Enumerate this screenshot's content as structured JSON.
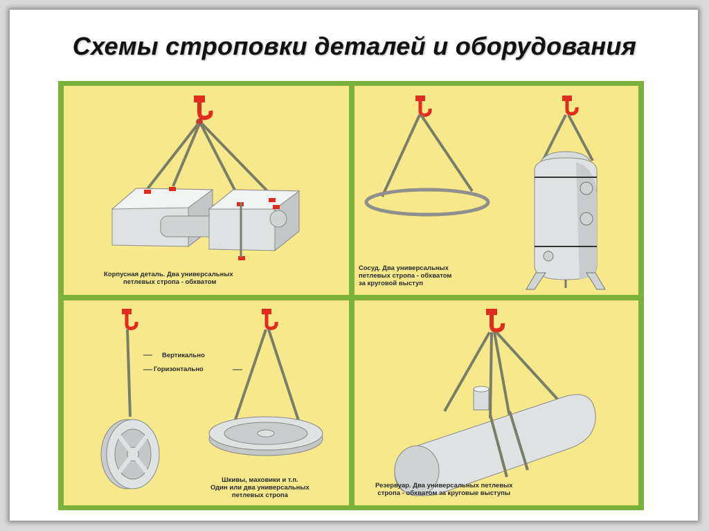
{
  "title": "Схемы строповки деталей и оборудования",
  "panels": [
    {
      "id": "body-part",
      "caption": [
        "Корпусная деталь. Два универсальных",
        "петлевых стропа - обхватом"
      ]
    },
    {
      "id": "vessel",
      "caption": [
        "Сосуд. Два универсальных",
        "петлевых стропа - обхватом",
        "за круговой выступ"
      ]
    },
    {
      "id": "pulley",
      "caption": [
        "Шкивы, маховики и т.п.",
        "Один или два универсальных",
        "петлевых стропа"
      ],
      "labels": {
        "vertical": "Вертикально",
        "horizontal": "Горизонтально"
      }
    },
    {
      "id": "tank",
      "caption": [
        "Резервуар. Два универсальных петлевых",
        "стропа - обхватом за круговые выступы"
      ]
    }
  ],
  "colors": {
    "poster_border": "#7ab13a",
    "panel_bg": "#f6e88b",
    "hook": "#e02b1d",
    "metal": "#d9dcdc"
  }
}
